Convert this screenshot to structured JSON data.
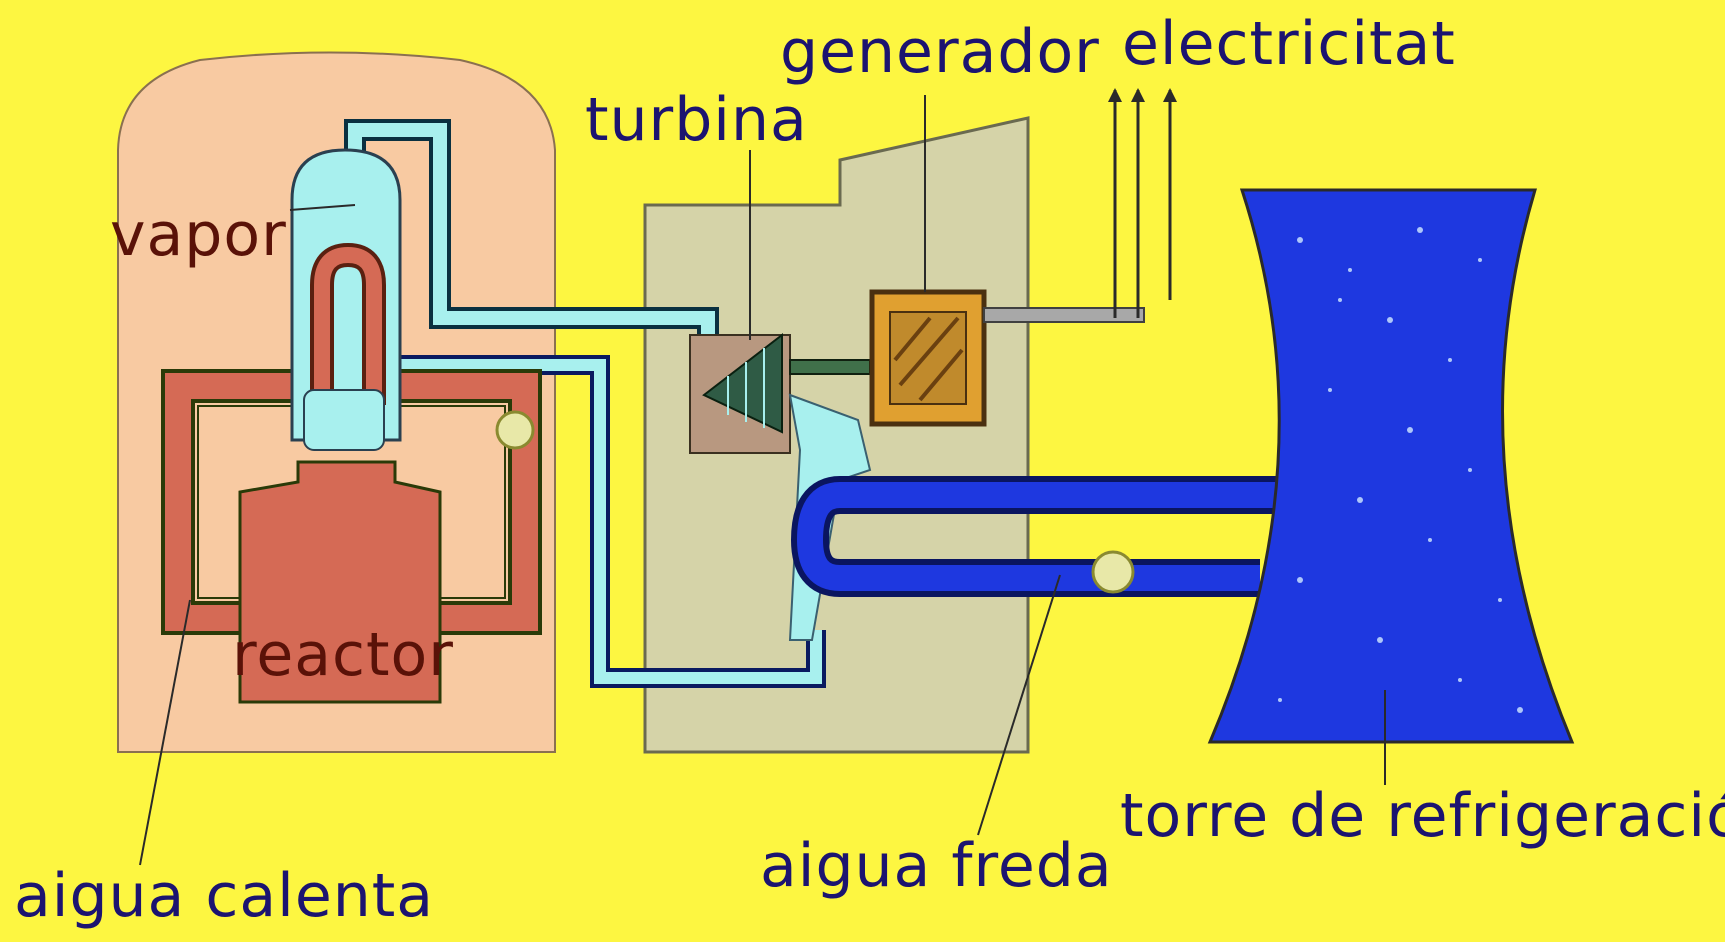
{
  "labels": {
    "generador": "generador",
    "electricitat": "electricitat",
    "turbina": "turbina",
    "vapor": "vapor",
    "reactor": "reactor",
    "aigua_calenta": "aigua calenta",
    "aigua_freda": "aigua freda",
    "torre": "torre de refrigeració"
  },
  "colors": {
    "background": "#fdf641",
    "containment": "#f8caa2",
    "building": "#d5d3a8",
    "reactor": "#d56a55",
    "steam": "#a8f0ee",
    "cold_water": "#1e38e0",
    "generator": "#e0a030"
  }
}
